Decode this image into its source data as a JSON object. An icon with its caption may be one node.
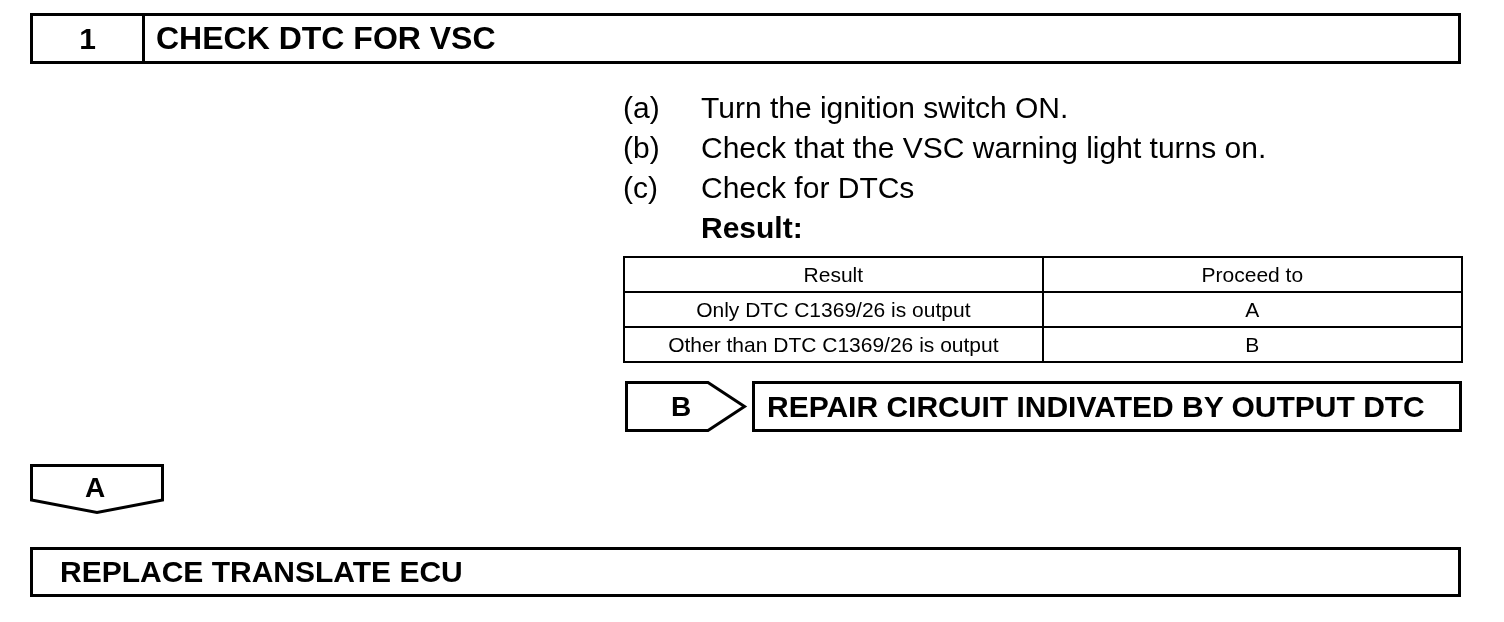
{
  "diagram": {
    "nodes": [
      {
        "text": [
          "1",
          "CHECK DTC FOR VSC"
        ]
      },
      {
        "text": [
          "B"
        ]
      },
      {
        "text": [
          "REPAIR CIRCUIT INDIVATED BY OUTPUT DTC"
        ]
      },
      {
        "text": [
          "A"
        ]
      },
      {
        "text": [
          "REPLACE TRANSLATE ECU"
        ]
      }
    ],
    "labels": [
      "(a)",
      "Turn the ignition switch ON.",
      "(b)",
      "Check that the VSC warning light turns on.",
      "(c)",
      "Check for DTCs",
      "Result:",
      "Result",
      "Proceed to",
      "Only DTC C1369/26 is output",
      "A",
      "Other than DTC C1369/26 is output",
      "B"
    ]
  }
}
